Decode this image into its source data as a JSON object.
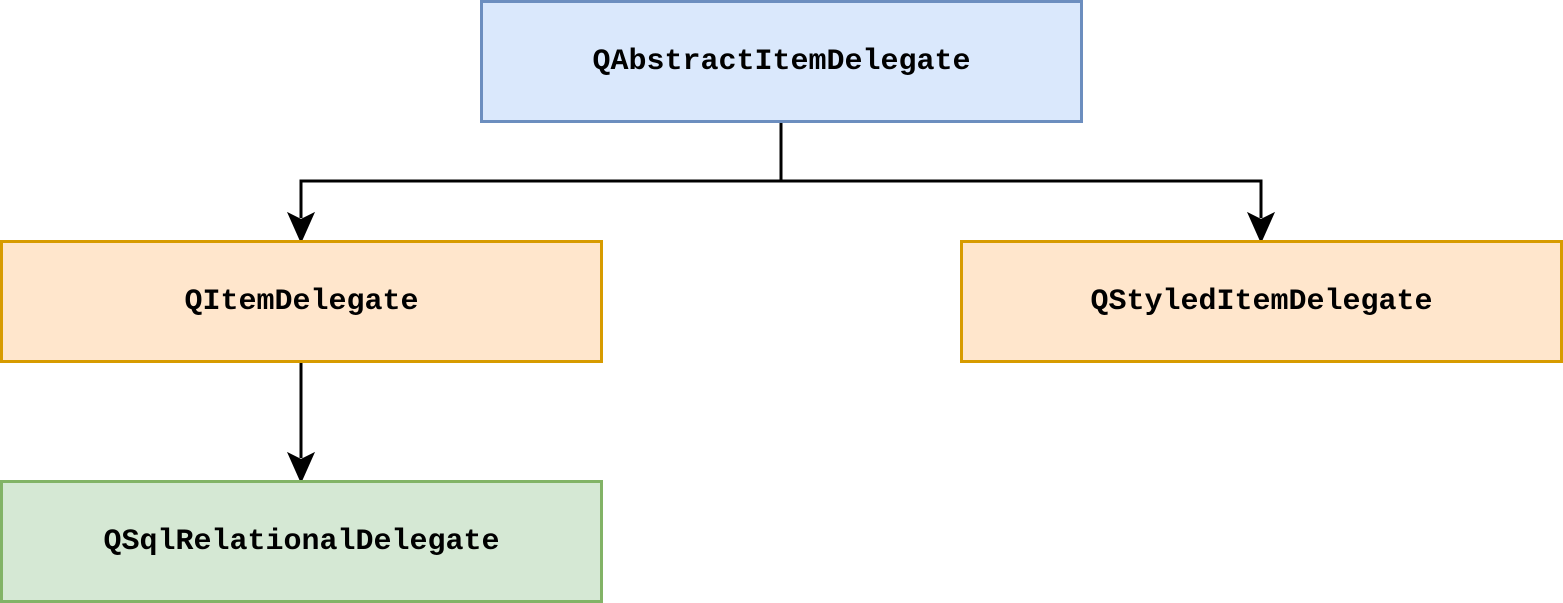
{
  "nodes": {
    "root": {
      "label": "QAbstractItemDelegate",
      "fill": "#dae8fc",
      "stroke": "#6c8ebf"
    },
    "left": {
      "label": "QItemDelegate",
      "fill": "#ffe6cc",
      "stroke": "#d79b00"
    },
    "right": {
      "label": "QStyledItemDelegate",
      "fill": "#ffe6cc",
      "stroke": "#d79b00"
    },
    "bottom": {
      "label": "QSqlRelationalDelegate",
      "fill": "#d5e8d4",
      "stroke": "#82b366"
    }
  },
  "edges": [
    {
      "from": "root",
      "to": "left"
    },
    {
      "from": "root",
      "to": "right"
    },
    {
      "from": "left",
      "to": "bottom"
    }
  ],
  "edge_color": "#000000"
}
